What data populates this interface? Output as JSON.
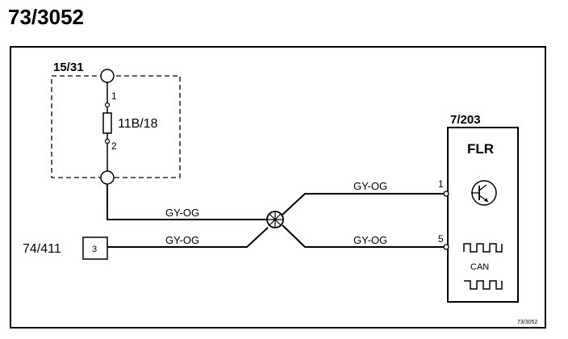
{
  "page_title": "73/3052",
  "footer_code": "73/3052",
  "fuse_box": {
    "ref": "15/31",
    "fuse_label": "11B/18",
    "pin_top": "1",
    "pin_bottom": "2"
  },
  "module": {
    "ref": "7/203",
    "name": "FLR",
    "pin1": "1",
    "pin5": "5",
    "can_label": "CAN"
  },
  "connector": {
    "ref": "74/411",
    "pin": "3"
  },
  "wires": {
    "left_top": "GY-OG",
    "left_bottom": "GY-OG",
    "right_top": "GY-OG",
    "right_bottom": "GY-OG"
  },
  "icons": [
    "transistor-icon",
    "square-wave-icon",
    "splice-icon"
  ]
}
